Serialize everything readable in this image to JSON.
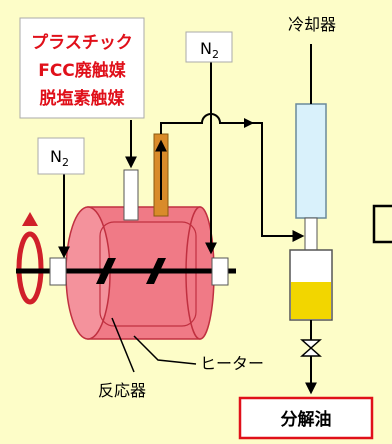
{
  "feed_box": {
    "lines": [
      "プラスチック",
      "FCC廃触媒",
      "脱塩素触媒"
    ],
    "text_color": "#e0101a"
  },
  "n2_labels": {
    "top": "N",
    "top_sub": "2",
    "left": "N",
    "left_sub": "2"
  },
  "cooler_label": "冷却器",
  "heater_label": "ヒーター",
  "reactor_label": "反応器",
  "product_label": "分解油",
  "colors": {
    "background": "#fdfdc8",
    "reactor_fill": "#f07a86",
    "condenser_fill": "#d9f1fb",
    "oil_fill": "#f2d600",
    "vapor_pipe": "#d98b2a",
    "product_border": "#e0101a"
  }
}
